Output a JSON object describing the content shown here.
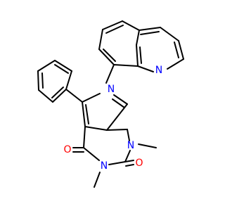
{
  "molecule": {
    "atoms": {
      "n_pyrrole": {
        "label": "N",
        "color": "#0000ff"
      },
      "n_quinoline": {
        "label": "N",
        "color": "#0000ff"
      },
      "n1": {
        "label": "N",
        "color": "#0000ff"
      },
      "n3": {
        "label": "N",
        "color": "#0000ff"
      },
      "o_top": {
        "label": "O",
        "color": "#ff0000"
      },
      "o_bottom": {
        "label": "O",
        "color": "#ff0000"
      }
    },
    "bond_color": "#000000",
    "background": "#ffffff"
  }
}
